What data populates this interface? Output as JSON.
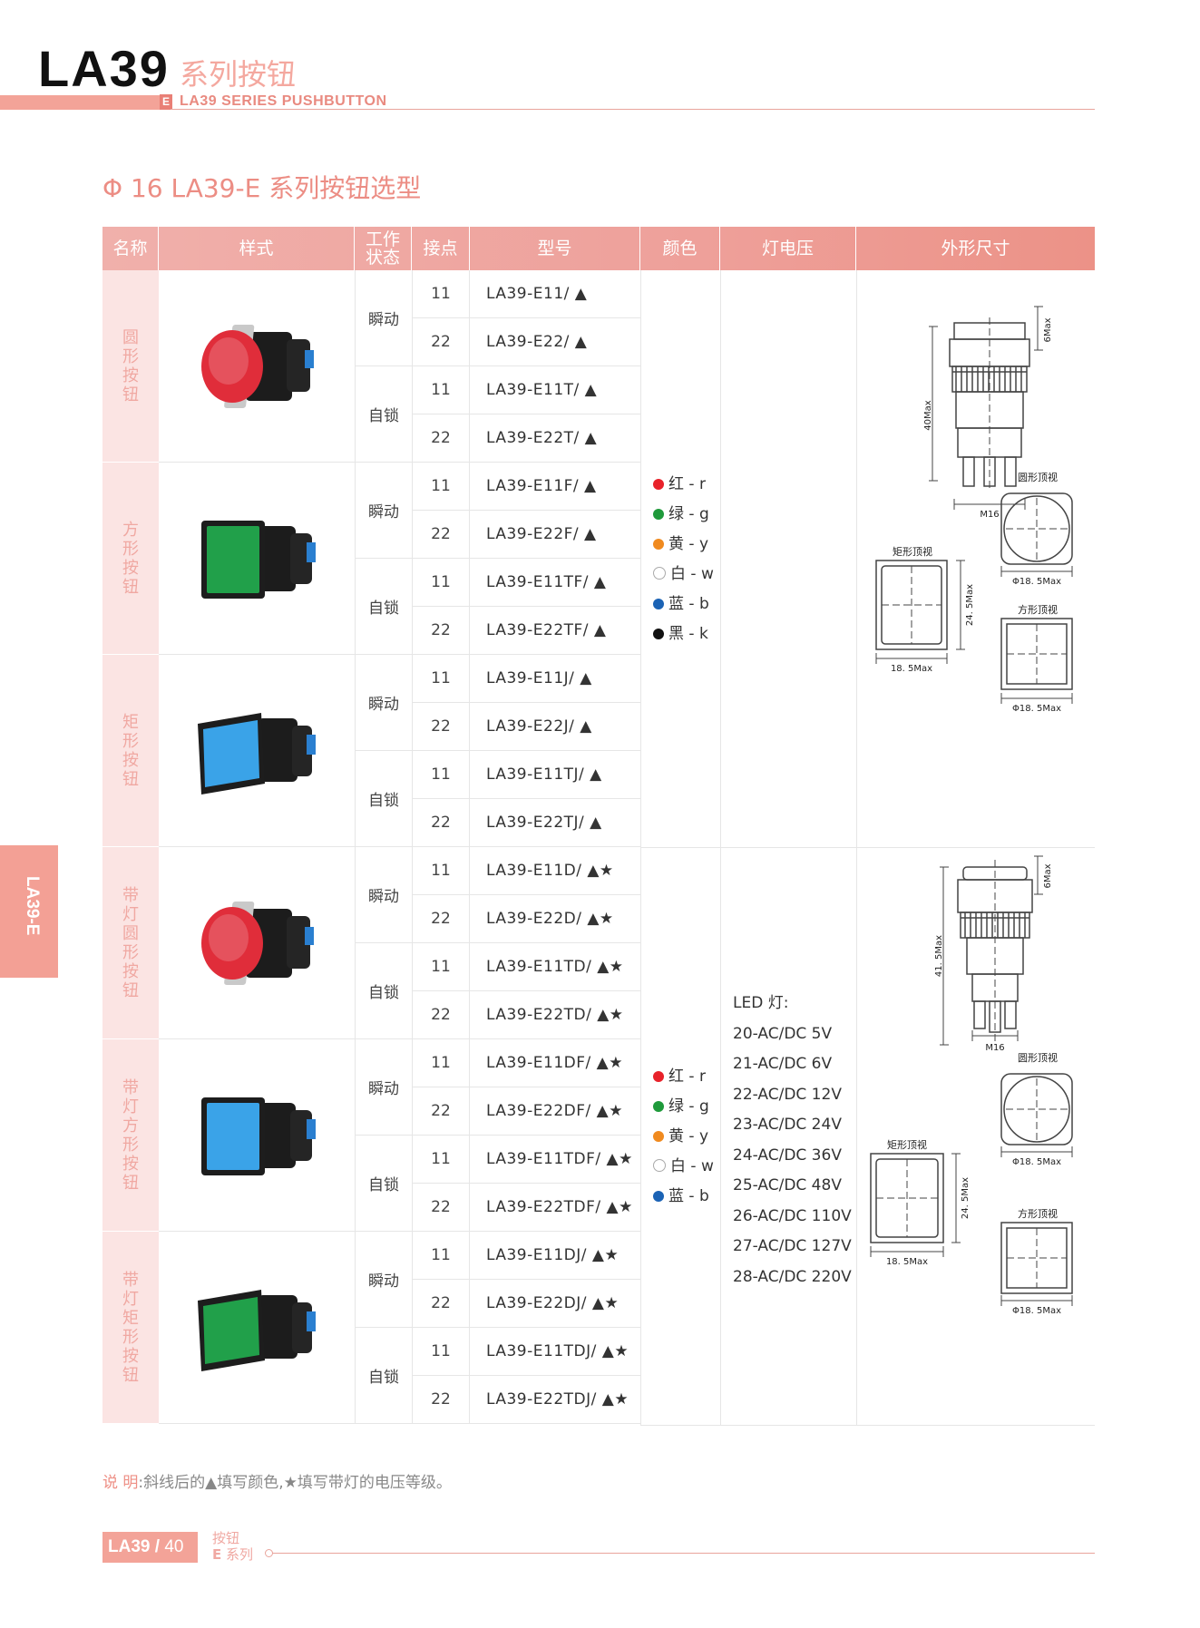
{
  "header": {
    "brand": "LA39",
    "brand_cn": "系列按钮",
    "badge": "E",
    "subtitle": "LA39 SERIES PUSHBUTTON"
  },
  "section_title": "Φ 16 LA39-E 系列按钮选型",
  "table": {
    "headers": [
      "名称",
      "样式",
      "工作\n状态",
      "接点",
      "型号",
      "颜色",
      "灯电压",
      "外形尺寸"
    ],
    "groups": [
      {
        "name": "圆形按钮",
        "image": "red-round-button",
        "models": [
          "LA39-E11/ ▲",
          "LA39-E22/ ▲",
          "LA39-E11T/ ▲",
          "LA39-E22T/ ▲"
        ]
      },
      {
        "name": "方形按钮",
        "image": "green-square-button",
        "models": [
          "LA39-E11F/ ▲",
          "LA39-E22F/ ▲",
          "LA39-E11TF/ ▲",
          "LA39-E22TF/ ▲"
        ]
      },
      {
        "name": "矩形按钮",
        "image": "blue-rect-button",
        "models": [
          "LA39-E11J/ ▲",
          "LA39-E22J/ ▲",
          "LA39-E11TJ/ ▲",
          "LA39-E22TJ/ ▲"
        ]
      },
      {
        "name": "带灯圆形按钮",
        "image": "red-round-lamp-button",
        "models": [
          "LA39-E11D/ ▲★",
          "LA39-E22D/ ▲★",
          "LA39-E11TD/ ▲★",
          "LA39-E22TD/ ▲★"
        ]
      },
      {
        "name": "带灯方形按钮",
        "image": "blue-square-lamp-button",
        "models": [
          "LA39-E11DF/ ▲★",
          "LA39-E22DF/ ▲★",
          "LA39-E11TDF/ ▲★",
          "LA39-E22TDF/ ▲★"
        ]
      },
      {
        "name": "带灯矩形按钮",
        "image": "green-rect-lamp-button",
        "models": [
          "LA39-E11DJ/ ▲★",
          "LA39-E22DJ/ ▲★",
          "LA39-E11TDJ/ ▲★",
          "LA39-E22TDJ/ ▲★"
        ]
      }
    ],
    "states": [
      "瞬动",
      "自锁"
    ],
    "points": [
      "11",
      "22"
    ],
    "colors_a": [
      {
        "label": "红 - r",
        "color": "#e8222a"
      },
      {
        "label": "绿 - g",
        "color": "#1f9a3b"
      },
      {
        "label": "黄 - y",
        "color": "#f08a1f"
      },
      {
        "label": "白 - w",
        "color": "#ffffff"
      },
      {
        "label": "蓝 - b",
        "color": "#1b63b5"
      },
      {
        "label": "黑 - k",
        "color": "#111111"
      }
    ],
    "colors_b": [
      {
        "label": "红 - r",
        "color": "#e8222a"
      },
      {
        "label": "绿 - g",
        "color": "#1f9a3b"
      },
      {
        "label": "黄 - y",
        "color": "#f08a1f"
      },
      {
        "label": "白 - w",
        "color": "#ffffff"
      },
      {
        "label": "蓝 - b",
        "color": "#1b63b5"
      }
    ],
    "voltage_title": "LED 灯:",
    "voltages": [
      "20-AC/DC 5V",
      "21-AC/DC 6V",
      "22-AC/DC 12V",
      "23-AC/DC 24V",
      "24-AC/DC 36V",
      "25-AC/DC 48V",
      "26-AC/DC 110V",
      "27-AC/DC 127V",
      "28-AC/DC 220V"
    ]
  },
  "drawings": {
    "top": {
      "height": "40Max",
      "head": "6Max",
      "thread": "M16",
      "round_label": "圆形顶视",
      "round_dim": "Φ18. 5Max",
      "rect_label": "矩形顶视",
      "rect_h": "24. 5Max",
      "rect_w": "18. 5Max",
      "square_label": "方形顶视",
      "square_dim": "Φ18. 5Max"
    },
    "bottom": {
      "height": "41. 5Max",
      "head": "6Max",
      "thread": "M16",
      "round_label": "圆形顶视",
      "round_dim": "Φ18. 5Max",
      "rect_label": "矩形顶视",
      "rect_h": "24. 5Max",
      "rect_w": "18. 5Max",
      "square_label": "方形顶视",
      "square_dim": "Φ18. 5Max"
    }
  },
  "note": {
    "label": "说 明",
    "text": ":斜线后的▲填写颜色,★填写带灯的电压等级。"
  },
  "side_tab": "LA39-E",
  "footer": {
    "brand": "LA39 /",
    "page": "40",
    "cat1": "按钮",
    "cat2_badge": "E",
    "cat2": "系列"
  }
}
